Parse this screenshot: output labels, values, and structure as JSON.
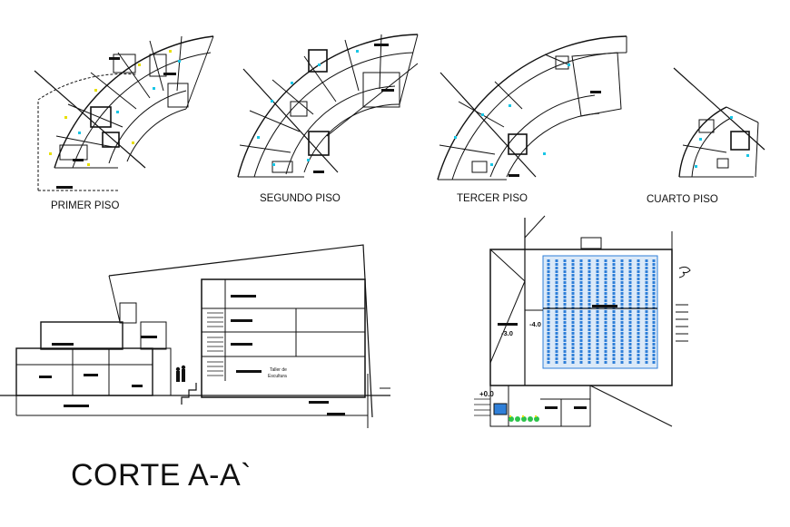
{
  "sheet": {
    "plan_labels": {
      "primer_piso": "PRIMER PISO",
      "segundo_piso": "SEGUNDO PISO",
      "tercer_piso": "TERCER PISO",
      "cuarto_piso": "CUARTO PISO"
    },
    "section_title": "CORTE A-A`",
    "section_room_label_line1": "Taller de",
    "section_room_label_line2": "Escultura",
    "level_marks": {
      "left_level": "-3.0",
      "mid_level": "-4.0",
      "lower_level": "+0.0"
    }
  },
  "colors": {
    "line": "#111111",
    "seating": "#2f7fd8",
    "cyan_marks": "#19c6e6",
    "yellow_marks": "#e8e000",
    "green_marks": "#2cc44a"
  }
}
